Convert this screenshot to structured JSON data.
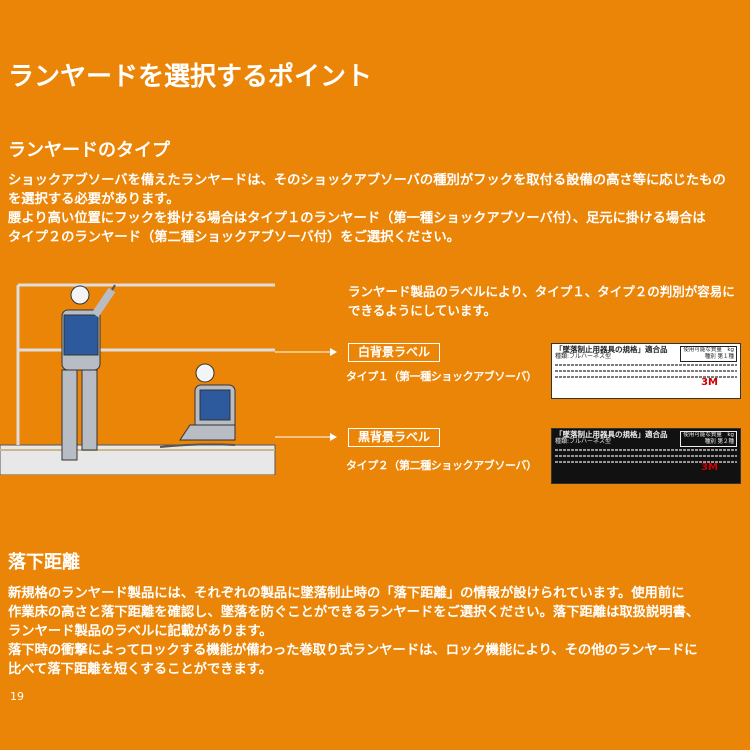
{
  "title": "ランヤードを選択するポイント",
  "section1": {
    "heading": "ランヤードのタイプ",
    "lines": [
      "ショックアブソーバを備えたランヤードは、そのショックアブソーバの種別がフックを取付る設備の高さ等に応じたもの",
      "を選択する必要があります。",
      "腰より高い位置にフックを掛ける場合はタイプ１のランヤード（第一種ショックアブソーバ付）、足元に掛ける場合は",
      "タイプ２のランヤード（第二種ショックアブソーバ付）をご選択ください。"
    ],
    "note_lines": [
      "ランヤード製品のラベルにより、タイプ１、タイプ２の判別が容易に",
      "できるようにしています。"
    ],
    "labels": [
      {
        "tag": "白背景ラベル",
        "type": "タイプ１（第一種ショックアブソーバ）",
        "header": "「墜落制止用器具の規格」適合品",
        "kind": "種類:フルハーネス型",
        "mass": "使用可能な質量　kg",
        "class": "種別 第１種",
        "logo": "3M"
      },
      {
        "tag": "黒背景ラベル",
        "type": "タイプ２（第二種ショックアブソーバ）",
        "header": "「墜落制止用器具の規格」適合品",
        "kind": "種類:フルハーネス型",
        "mass": "使用可能な質量　kg",
        "class": "種別 第２種",
        "logo": "3M"
      }
    ]
  },
  "section2": {
    "heading": "落下距離",
    "lines": [
      "新規格のランヤード製品には、それぞれの製品に墜落制止時の「落下距離」の情報が設けられています。使用前に",
      "作業床の高さと落下距離を確認し、墜落を防ぐことができるランヤードをご選択ください。落下距離は取扱説明書、",
      "ランヤード製品のラベルに記載があります。",
      "落下時の衝撃によってロックする機能が備わった巻取り式ランヤードは、ロック機能により、その他のランヤードに",
      "比べて落下距離を短くすることができます。"
    ]
  },
  "page_number": "19",
  "colors": {
    "background": "#EB8508",
    "text": "#FFFFFF"
  }
}
